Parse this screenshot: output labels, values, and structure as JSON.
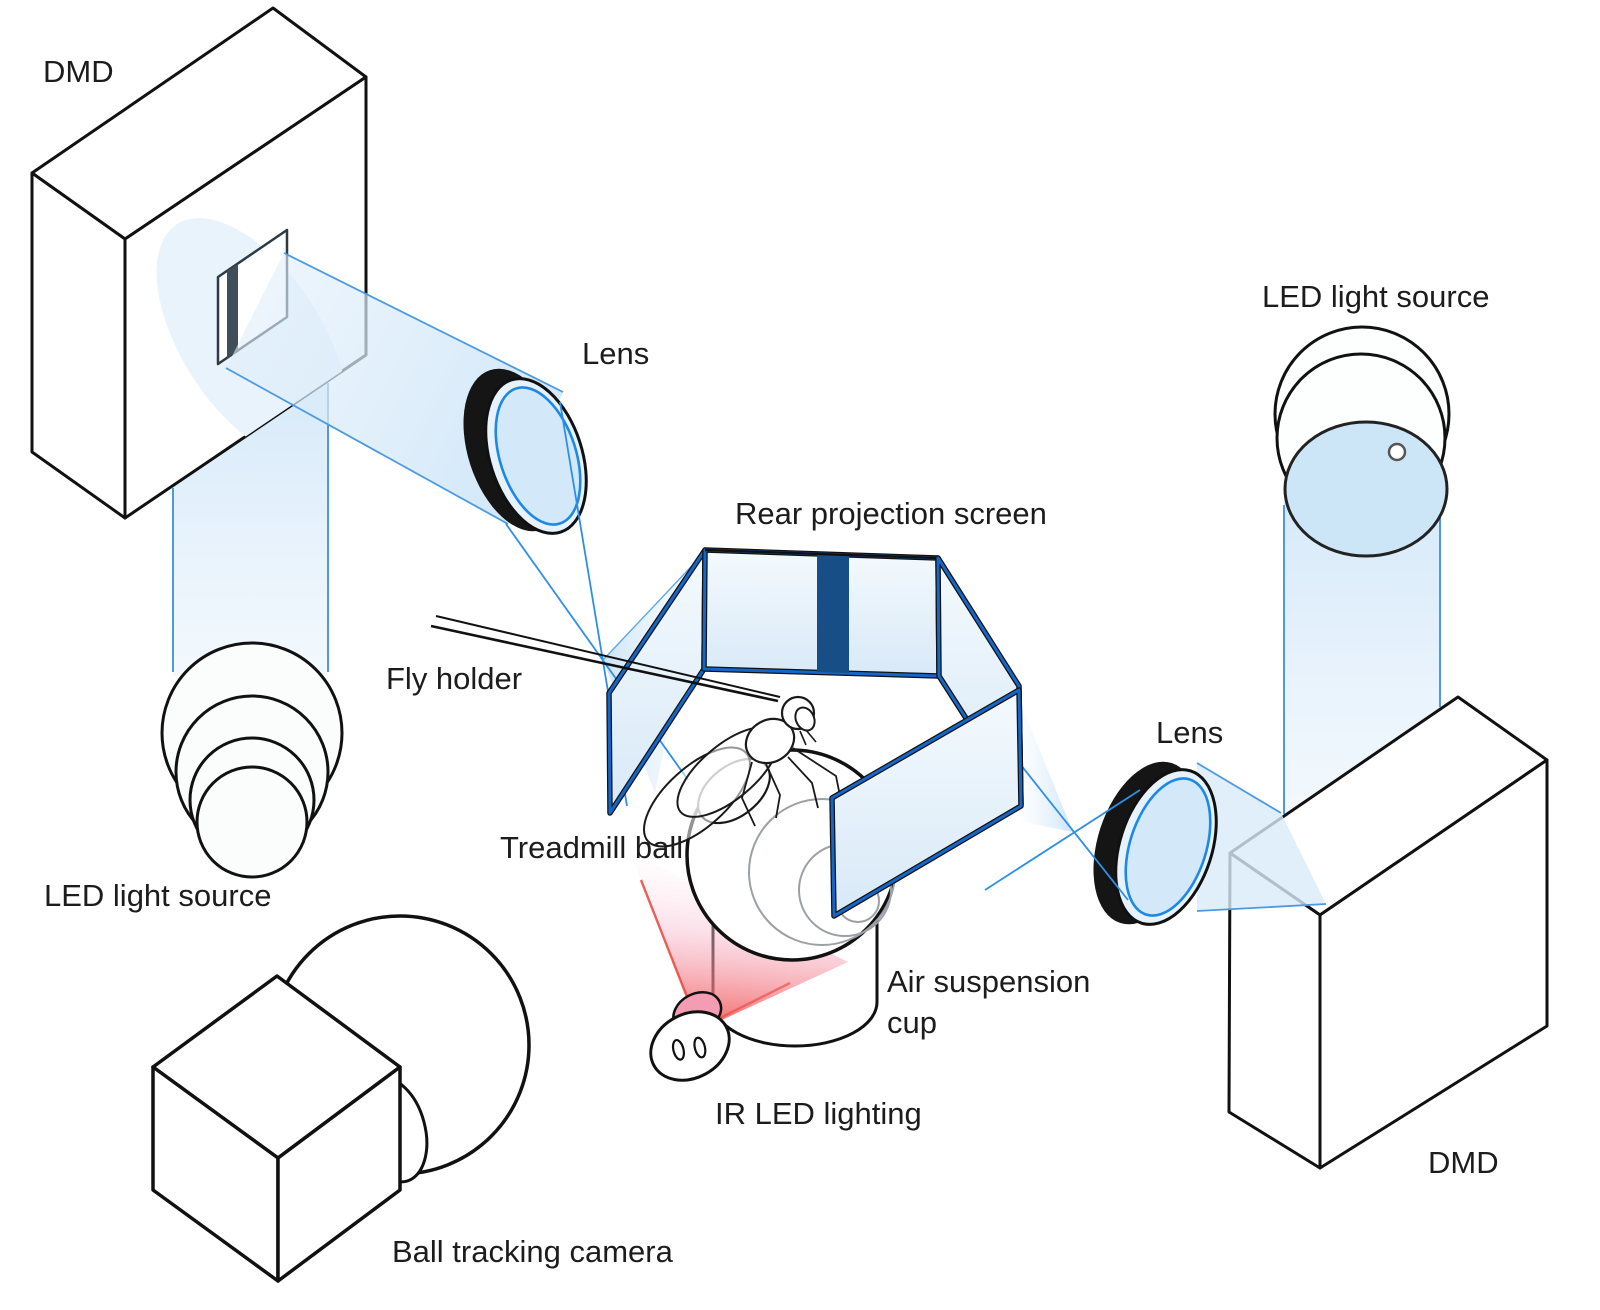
{
  "figure": {
    "type": "isometric-apparatus-diagram",
    "description_labels": {
      "dmd_top_left": "DMD",
      "lens_top": "Lens",
      "rear_projection_screen": "Rear projection screen",
      "led_light_source_right": "LED light source",
      "fly_holder": "Fly holder",
      "treadmill_ball": "Treadmill ball",
      "led_light_source_left": "LED light source",
      "lens_right": "Lens",
      "air_suspension_line1": "Air suspension",
      "air_suspension_line2": "cup",
      "ir_led_lighting": "IR LED lighting",
      "ball_tracking_camera": "Ball tracking camera",
      "dmd_bottom_right": "DMD"
    },
    "colors": {
      "outline": "#111111",
      "screen_edge_blue": "#1467C8",
      "screen_fill_top": "#F4FAFE",
      "screen_fill_bottom": "#D8E9F7",
      "projected_stripe_navy": "#174E86",
      "beam_fill": "#D7EAF9",
      "beam_edge": "#4C9BE0",
      "ray_blue": "#2F8FE8",
      "lens_glass": "#D3E8F8",
      "lens_ring_black": "#151515",
      "lens_inner_line": "#1E88E5",
      "ir_red": "#E8453C",
      "ir_pink_dome": "#F59CB5",
      "ball_arc_gray": "#9AA0A6"
    }
  }
}
